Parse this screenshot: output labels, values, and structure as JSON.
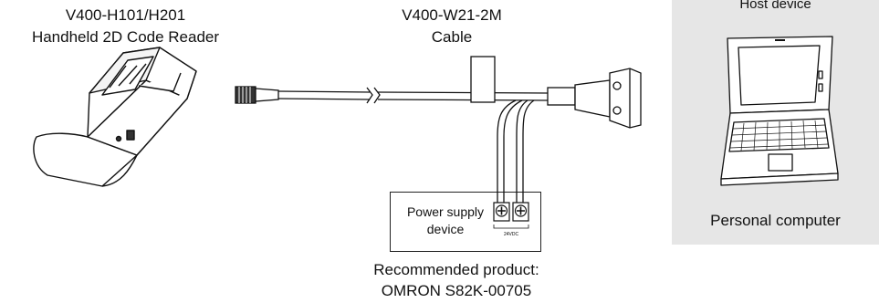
{
  "reader": {
    "title_line1": "V400-H101/H201",
    "title_line2": "Handheld 2D Code Reader"
  },
  "cable": {
    "title_line1": "V400-W21-2M",
    "title_line2": "Cable"
  },
  "host": {
    "title": "Host device",
    "computer_label": "Personal computer"
  },
  "power_supply": {
    "label_line1": "Power supply",
    "label_line2": "device",
    "terminal_text": "24VDC",
    "recommended_line1": "Recommended product:",
    "recommended_line2": "OMRON S82K-00705"
  }
}
